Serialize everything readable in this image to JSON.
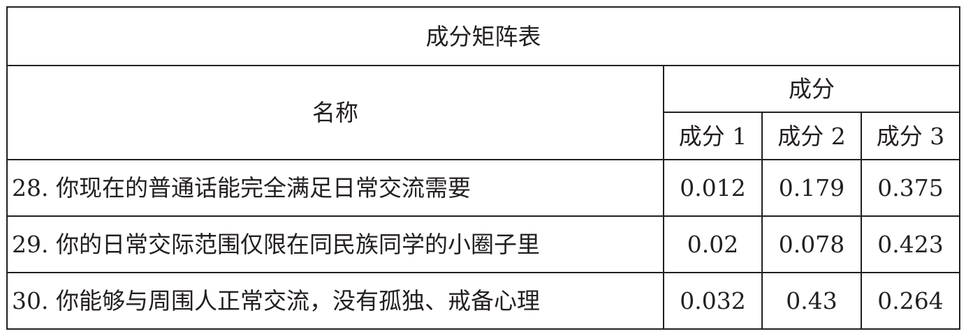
{
  "table": {
    "title": "成分矩阵表",
    "name_header": "名称",
    "component_group_header": "成分",
    "component_headers": [
      "成分 1",
      "成分 2",
      "成分 3"
    ],
    "rows": [
      {
        "name": "28. 你现在的普通话能完全满足日常交流需要",
        "values": [
          "0.012",
          "0.179",
          "0.375"
        ]
      },
      {
        "name": "29. 你的日常交际范围仅限在同民族同学的小圈子里",
        "values": [
          "0.02",
          "0.078",
          "0.423"
        ]
      },
      {
        "name": "30. 你能够与周围人正常交流，没有孤独、戒备心理",
        "values": [
          "0.032",
          "0.43",
          "0.264"
        ]
      }
    ]
  }
}
